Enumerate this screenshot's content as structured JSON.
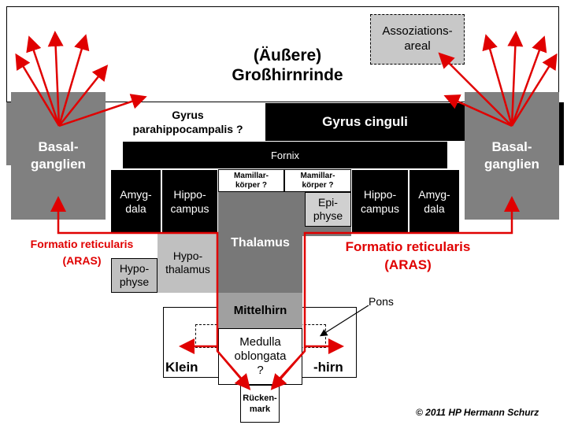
{
  "cortex": {
    "label": "(Äußere)\nGroßhirnrinde"
  },
  "association_area": {
    "label": "Assoziations-\nareal"
  },
  "basal_ganglia": {
    "left_label": "Basal-\nganglien",
    "right_label": "Basal-\nganglien"
  },
  "gyrus_parahippocampalis": {
    "label": "Gyrus\nparahippocampalis ?"
  },
  "gyrus_cinguli": {
    "label": "Gyrus cinguli"
  },
  "fornix": {
    "label": "Fornix"
  },
  "amygdala": {
    "left_label": "Amyg-\ndala",
    "right_label": "Amyg-\ndala"
  },
  "hippocampus": {
    "left_label": "Hippo-\ncampus",
    "right_label": "Hippo-\ncampus"
  },
  "mamillary": {
    "left_label": "Mamillar-\nkörper ?",
    "right_label": "Mamillar-\nkörper ?"
  },
  "epiphyse": {
    "label": "Epi-\nphyse"
  },
  "thalamus": {
    "label": "Thalamus"
  },
  "hypothalamus": {
    "label": "Hypo-\nthalamus"
  },
  "hypophyse": {
    "label": "Hypo-\nphyse"
  },
  "mittelhirn": {
    "label": "Mittelhirn"
  },
  "medulla": {
    "label": "Medulla\noblongata\n?"
  },
  "kleinhirn": {
    "left_label": "Klein",
    "right_label": "-hirn"
  },
  "rueckenmark": {
    "label": "Rücken-\nmark"
  },
  "pons": {
    "label": "Pons"
  },
  "formatio": {
    "left_label": "Formatio reticularis\n(ARAS)",
    "right_label": "Formatio reticularis\n(ARAS)"
  },
  "copyright": "© 2011 HP Hermann Schurz",
  "colors": {
    "arrow": "#e00000",
    "dark": "#000000",
    "mid_gray": "#808080",
    "light_gray": "#c0c0c0"
  }
}
